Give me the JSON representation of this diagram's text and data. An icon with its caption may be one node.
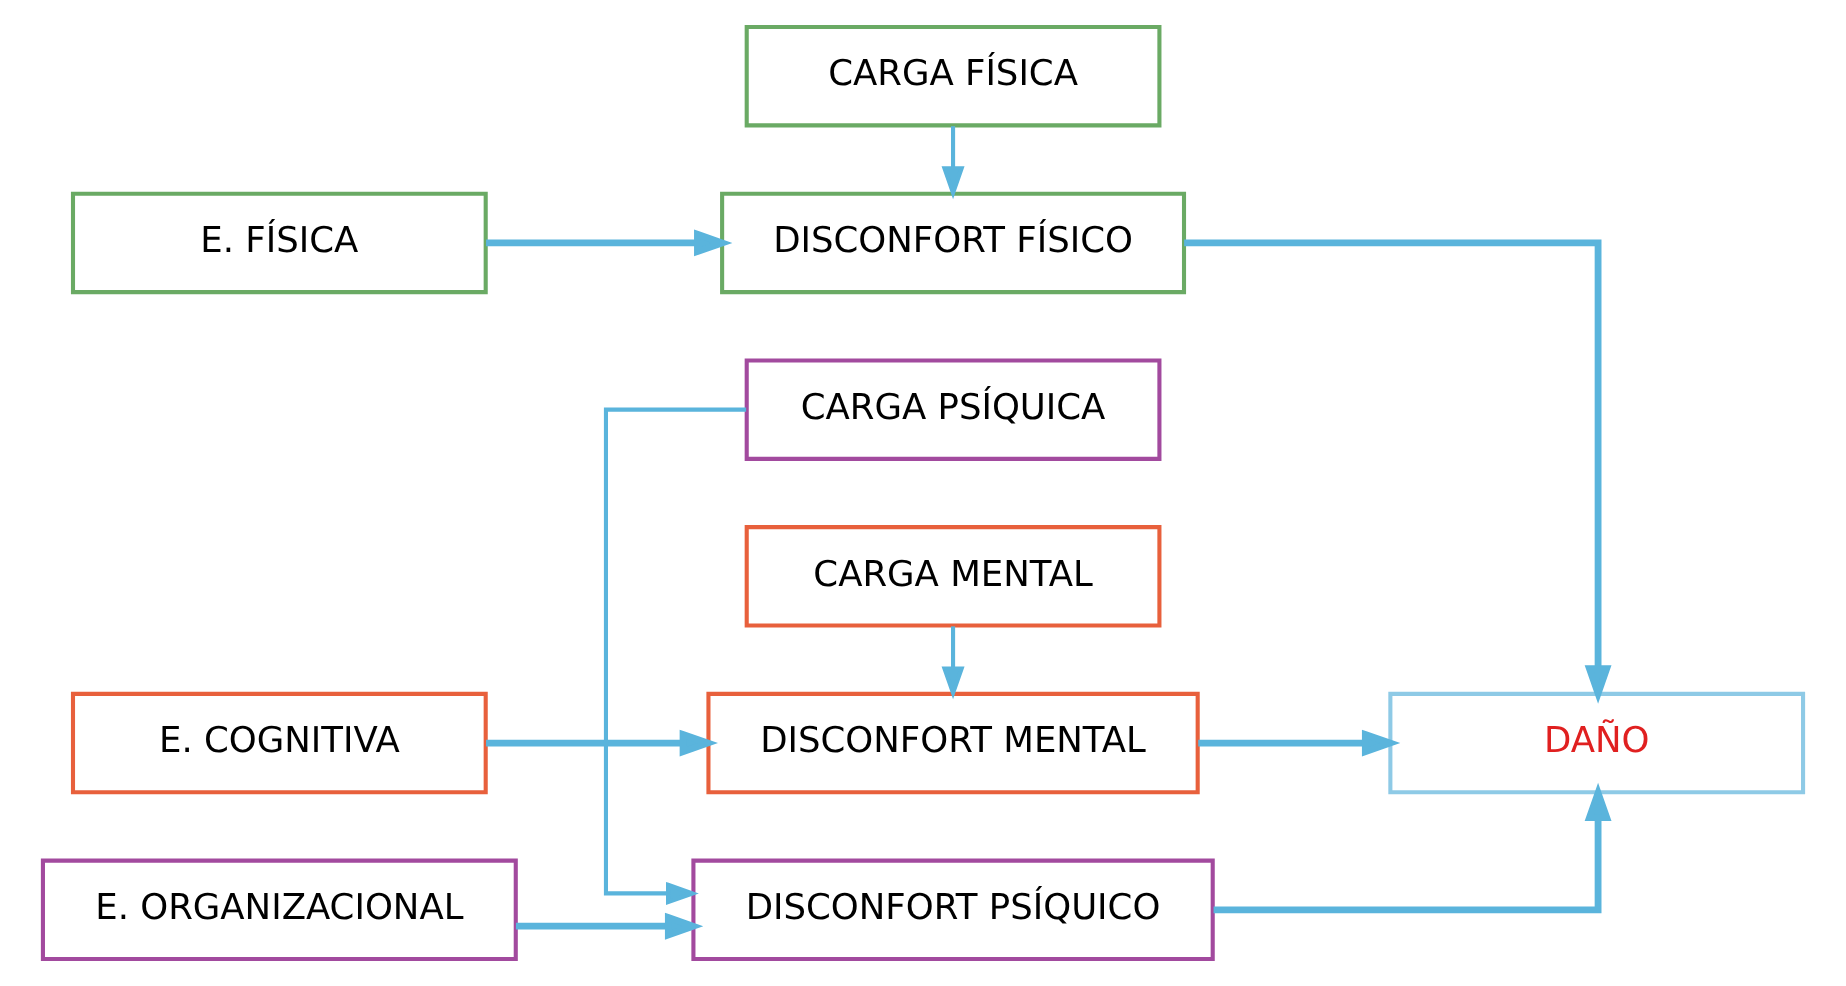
{
  "diagram": {
    "nodes": [
      {
        "text": [
          "E. FÍSICA"
        ]
      },
      {
        "text": [
          "DISCONFORT FÍSICO"
        ]
      },
      {
        "text": [
          "CARGA FÍSICA"
        ]
      },
      {
        "text": [
          "E. COGNITIVA"
        ]
      },
      {
        "text": [
          "DISCONFORT MENTAL"
        ]
      },
      {
        "text": [
          "CARGA MENTAL"
        ]
      },
      {
        "text": [
          "E. ORGANIZACIONAL"
        ]
      },
      {
        "text": [
          "DISCONFORT PSÍQUICO"
        ]
      },
      {
        "text": [
          "CARGA PSÍQUICA"
        ]
      },
      {
        "text": [
          "DAÑO"
        ]
      }
    ],
    "edges": [
      {
        "from": 0,
        "to": 1,
        "arrow": "to"
      },
      {
        "from": 2,
        "to": 1,
        "arrow": "to"
      },
      {
        "from": 1,
        "to": 9,
        "arrow": "to"
      },
      {
        "from": 3,
        "to": 4,
        "arrow": "to"
      },
      {
        "from": 5,
        "to": 4,
        "arrow": "to"
      },
      {
        "from": 4,
        "to": 9,
        "arrow": "to"
      },
      {
        "from": 6,
        "to": 7,
        "arrow": "to"
      },
      {
        "from": 8,
        "to": 7,
        "arrow": "to"
      },
      {
        "from": 7,
        "to": 9,
        "arrow": "to"
      }
    ]
  }
}
